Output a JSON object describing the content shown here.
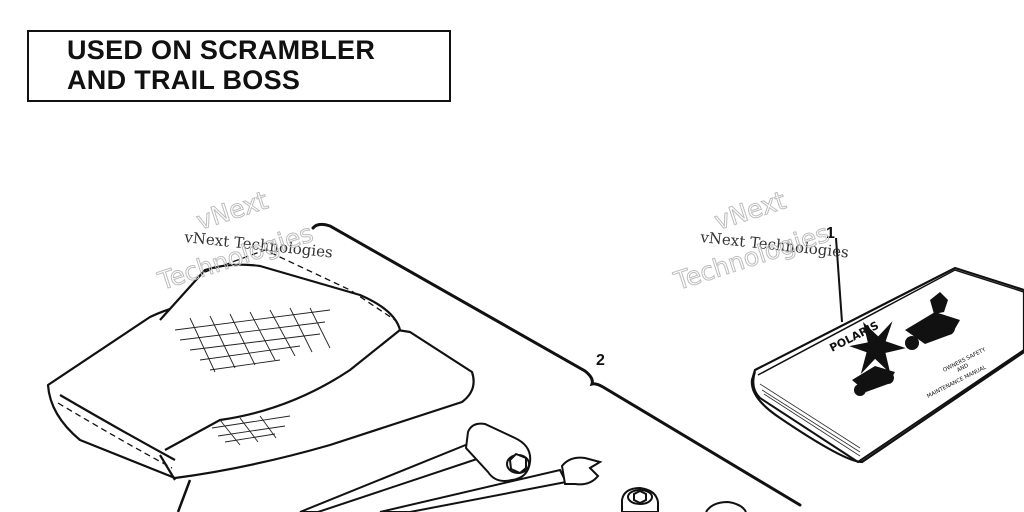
{
  "header": {
    "line1": "USED ON SCRAMBLER",
    "line2": "AND TRAIL BOSS"
  },
  "callouts": {
    "manual": "1",
    "tool_kit": "2"
  },
  "watermarks": [
    {
      "top": "vNext",
      "middle": "vNext Technologies",
      "bottom": "Technologies"
    },
    {
      "top": "vNext",
      "middle": "vNext Technologies",
      "bottom": "Technologies"
    }
  ],
  "manual_cover": {
    "brand": "POLARIS",
    "line1": "OWNERS SAFETY",
    "line2": "AND",
    "line3": "MAINTENANCE MANUAL"
  }
}
